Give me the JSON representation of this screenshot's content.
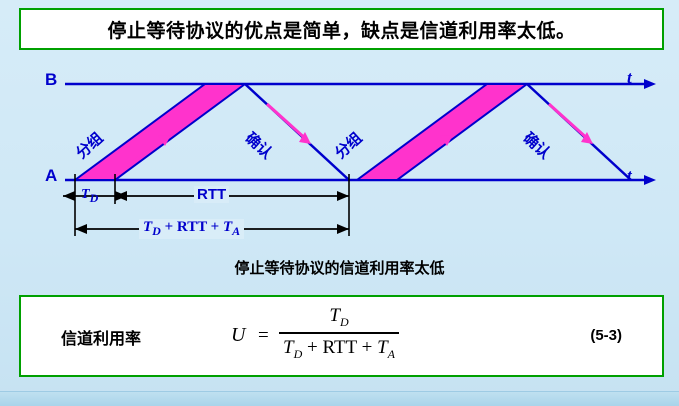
{
  "title": "停止等待协议的优点是简单，缺点是信道利用率太低。",
  "diagram": {
    "axis_b_label": "B",
    "axis_a_label": "A",
    "time_axis_label_top": "t",
    "time_axis_label_bottom": "t",
    "packet_label_1": "分组",
    "ack_label_1": "确认",
    "packet_label_2": "分组",
    "ack_label_2": "确认",
    "td_label": "T",
    "td_sub": "D",
    "rtt_label": "RTT",
    "sum_label": "T",
    "sum_sub": "D",
    "sum_rest": " + RTT + ",
    "sum_ta": "T",
    "sum_ta_sub": "A",
    "colors": {
      "line": "#0000cc",
      "packet_fill": "#ff33cc",
      "title_border": "#00a000",
      "background": "#cfe7f5"
    }
  },
  "caption": "停止等待协议的信道利用率太低",
  "formula": {
    "label": "信道利用率",
    "u": "U",
    "equals": "=",
    "numerator_main": "T",
    "numerator_sub": "D",
    "denominator_1": "T",
    "denominator_1_sub": "D",
    "denominator_mid": " + RTT + ",
    "denominator_2": "T",
    "denominator_2_sub": "A",
    "number": "(5-3)"
  }
}
